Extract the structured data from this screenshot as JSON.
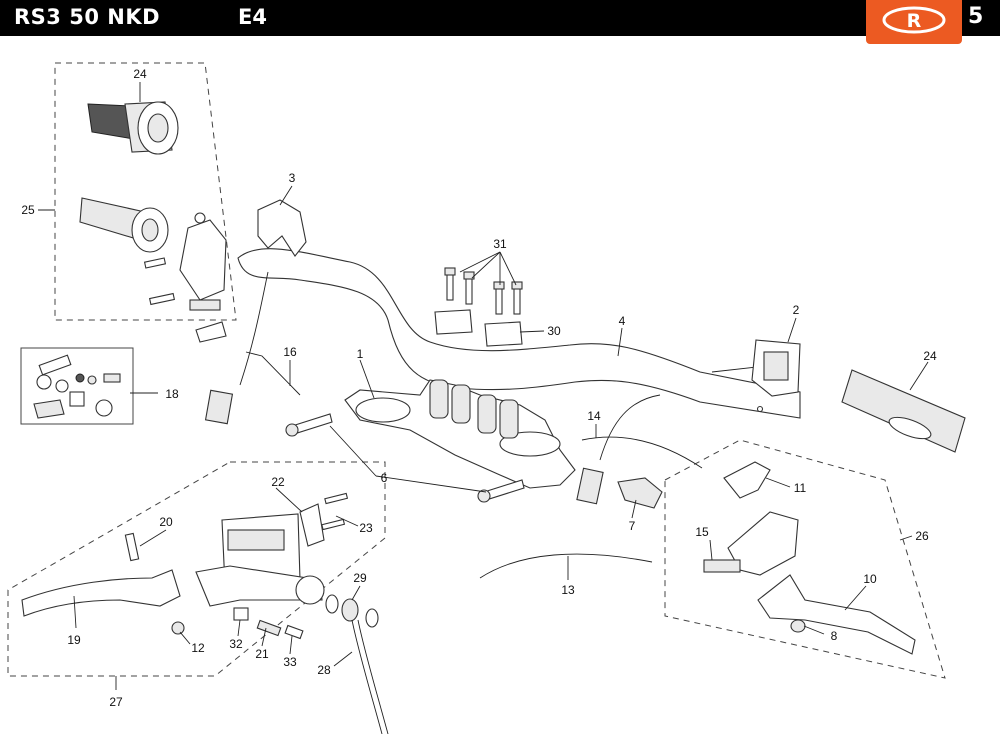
{
  "header": {
    "model": "RS3 50 NKD",
    "homologation": "E4",
    "page_number": "5",
    "logo_letter": "R"
  },
  "colors": {
    "header_bg": "#000000",
    "brand_orange": "#ec5a22",
    "line": "#222222"
  },
  "callouts": {
    "c1": "1",
    "c2": "2",
    "c3": "3",
    "c4": "4",
    "c6": "6",
    "c7": "7",
    "c8": "8",
    "c10": "10",
    "c11": "11",
    "c12": "12",
    "c13": "13",
    "c14": "14",
    "c15": "15",
    "c16": "16",
    "c18": "18",
    "c19": "19",
    "c20": "20",
    "c21": "21",
    "c22": "22",
    "c23": "23",
    "c24a": "24",
    "c24b": "24",
    "c25": "25",
    "c26": "26",
    "c27": "27",
    "c28": "28",
    "c29": "29",
    "c30": "30",
    "c31": "31",
    "c32": "32",
    "c33": "33"
  }
}
